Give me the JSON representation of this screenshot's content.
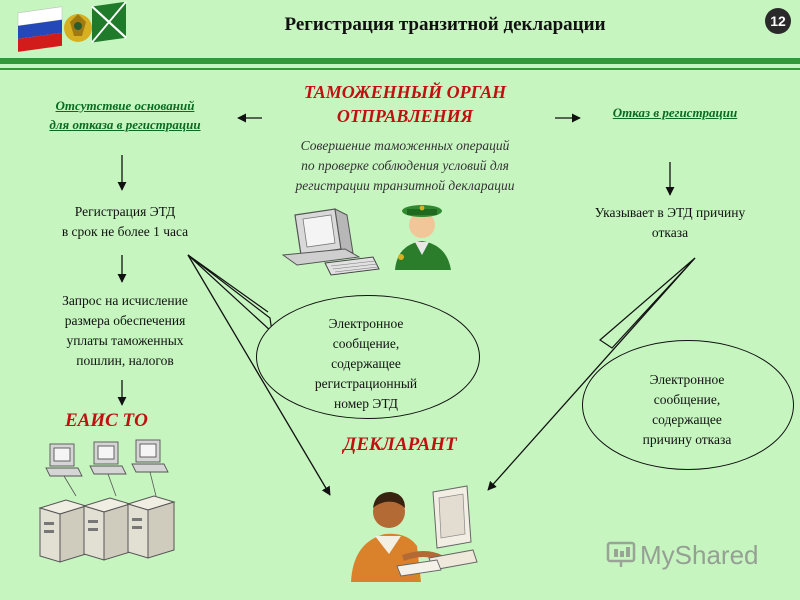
{
  "header": {
    "title": "Регистрация транзитной декларации",
    "slide_number": "12"
  },
  "center": {
    "authority_line1": "ТАМОЖЕННЫЙ ОРГАН",
    "authority_line2": "ОТПРАВЛЕНИЯ",
    "desc_line1": "Совершение таможенных операций",
    "desc_line2": "по проверке соблюдения условий для",
    "desc_line3": "регистрации транзитной декларации"
  },
  "left": {
    "branch_line1": "Отсутствие оснований",
    "branch_line2": "для отказа в регистрации",
    "step1_line1": "Регистрация ЭТД",
    "step1_line2": "в срок не более 1 часа",
    "step2_line1": "Запрос на исчисление",
    "step2_line2": "размера обеспечения",
    "step2_line3": "уплаты таможенных",
    "step2_line4": "пошлин, налогов",
    "system_label": "ЕАИС ТО"
  },
  "right": {
    "branch": "Отказ в регистрации",
    "step1_line1": "Указывает в ЭТД причину",
    "step1_line2": "отказа"
  },
  "oval_left": {
    "line1": "Электронное",
    "line2": "сообщение,",
    "line3": "содержащее",
    "line4": "регистрационный",
    "line5": "номер ЭТД"
  },
  "oval_right": {
    "line1": "Электронное",
    "line2": "сообщение,",
    "line3": "содержащее",
    "line4": "причину отказа"
  },
  "declarant_label": "ДЕКЛАРАНТ",
  "watermark": "MyShared",
  "colors": {
    "background": "#c6f5c0",
    "accent_red": "#c01010",
    "accent_green": "#0a6a20",
    "rule": "#2e9a3a"
  },
  "icons": [
    "flag-emblem-icon",
    "computer-icon",
    "officer-icon",
    "server-cluster-icon",
    "declarant-at-computer-icon",
    "myshared-logo-icon"
  ]
}
